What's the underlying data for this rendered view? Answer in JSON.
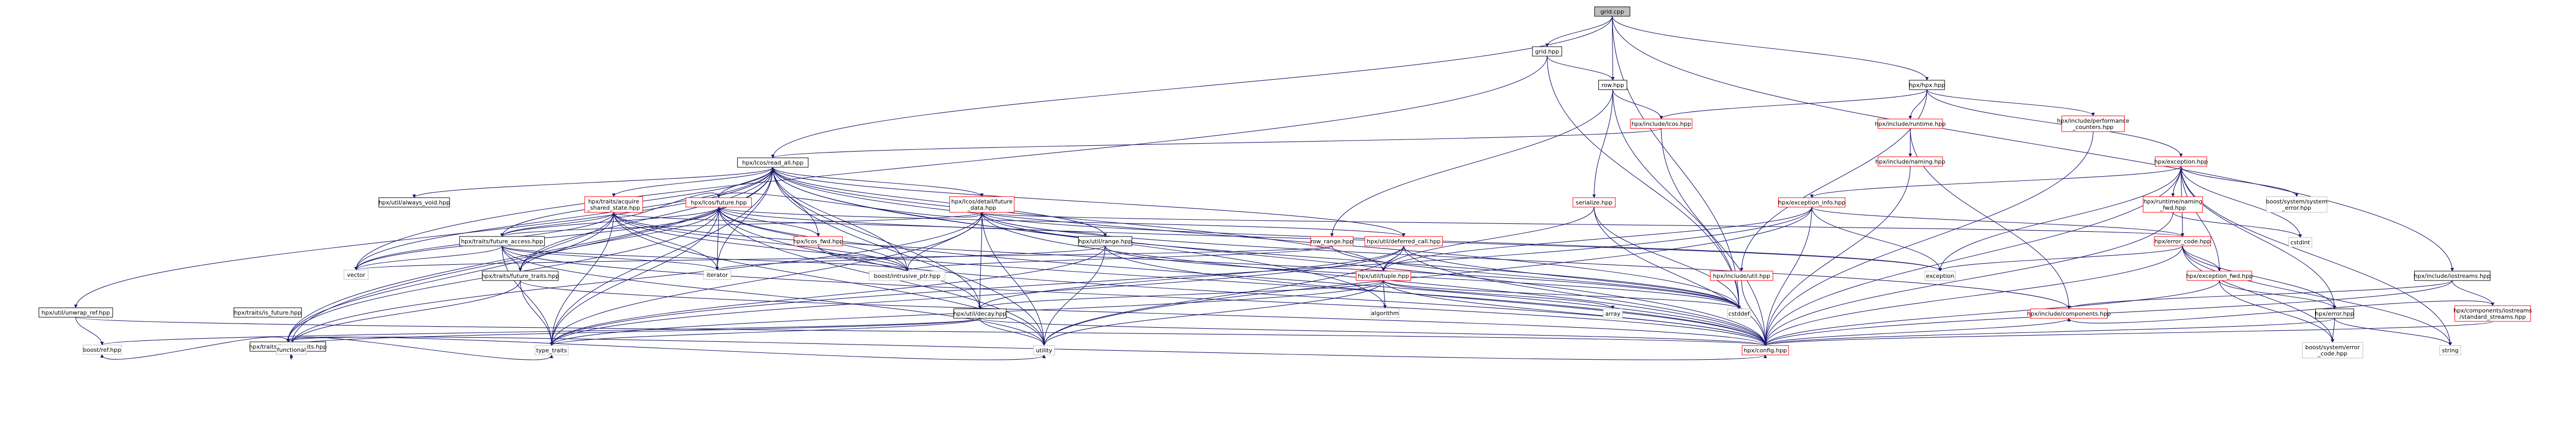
{
  "colors": {
    "edge_blue": "#191970",
    "edge_red": "#ff0000",
    "edge_gray": "#a9a9a9",
    "root_fill": "#bfbfbf",
    "node_border_black": "#000000",
    "node_border_red": "#ff0000",
    "node_border_gray": "#bfbfbf",
    "text_black": "#000000"
  },
  "nodes": [
    {
      "id": "grid_cpp",
      "label": [
        "grid.cpp"
      ],
      "border": "root"
    },
    {
      "id": "grid_hpp",
      "label": [
        "grid.hpp"
      ],
      "border": "black"
    },
    {
      "id": "row_hpp",
      "label": [
        "row.hpp"
      ],
      "border": "black"
    },
    {
      "id": "hpx_hpp",
      "label": [
        "hpx/hpx.hpp"
      ],
      "border": "black"
    },
    {
      "id": "lcos_hpp",
      "label": [
        "hpx/include/lcos.hpp"
      ],
      "border": "red"
    },
    {
      "id": "runtime_hpp",
      "label": [
        "hpx/include/runtime.hpp"
      ],
      "border": "red"
    },
    {
      "id": "perfctr_hpp",
      "label": [
        "hpx/include/performance",
        "_counters.hpp"
      ],
      "border": "red"
    },
    {
      "id": "naming_hpp",
      "label": [
        "hpx/include/naming.hpp"
      ],
      "border": "red"
    },
    {
      "id": "exception_hpp",
      "label": [
        "hpx/exception.hpp"
      ],
      "border": "red"
    },
    {
      "id": "read_all_hpp",
      "label": [
        "hpx/lcos/read_all.hpp"
      ],
      "border": "black"
    },
    {
      "id": "future_hpp",
      "label": [
        "hpx/lcos/future.hpp"
      ],
      "border": "red"
    },
    {
      "id": "always_void",
      "label": [
        "hpx/util/always_void.hpp"
      ],
      "border": "black"
    },
    {
      "id": "acquire_shared",
      "label": [
        "hpx/traits/acquire",
        "_shared_state.hpp"
      ],
      "border": "red"
    },
    {
      "id": "future_data",
      "label": [
        "hpx/lcos/detail/future",
        "_data.hpp"
      ],
      "border": "red"
    },
    {
      "id": "serialize_hpp",
      "label": [
        "serialize.hpp"
      ],
      "border": "red"
    },
    {
      "id": "exception_info",
      "label": [
        "hpx/exception_info.hpp"
      ],
      "border": "red"
    },
    {
      "id": "naming_fwd",
      "label": [
        "hpx/runtime/naming",
        "_fwd.hpp"
      ],
      "border": "red"
    },
    {
      "id": "system_error",
      "label": [
        "boost/system/system",
        "_error.hpp"
      ],
      "border": "gray"
    },
    {
      "id": "future_access",
      "label": [
        "hpx/traits/future_access.hpp"
      ],
      "border": "black"
    },
    {
      "id": "lcos_fwd",
      "label": [
        "hpx/lcos_fwd.hpp"
      ],
      "border": "red"
    },
    {
      "id": "range_hpp",
      "label": [
        "hpx/util/range.hpp"
      ],
      "border": "black"
    },
    {
      "id": "row_range",
      "label": [
        "row_range.hpp"
      ],
      "border": "red"
    },
    {
      "id": "deferred_call",
      "label": [
        "hpx/util/deferred_call.hpp"
      ],
      "border": "red"
    },
    {
      "id": "error_code",
      "label": [
        "hpx/error_code.hpp"
      ],
      "border": "red"
    },
    {
      "id": "cstdint",
      "label": [
        "cstdint"
      ],
      "border": "gray"
    },
    {
      "id": "future_traits",
      "label": [
        "hpx/traits/future_traits.hpp"
      ],
      "border": "black"
    },
    {
      "id": "intrusive_ptr",
      "label": [
        "boost/intrusive_ptr.hpp"
      ],
      "border": "gray"
    },
    {
      "id": "vector",
      "label": [
        "vector"
      ],
      "border": "gray"
    },
    {
      "id": "iterator",
      "label": [
        "iterator"
      ],
      "border": "gray"
    },
    {
      "id": "tuple_hpp",
      "label": [
        "hpx/util/tuple.hpp"
      ],
      "border": "red"
    },
    {
      "id": "util_hpp",
      "label": [
        "hpx/include/util.hpp"
      ],
      "border": "red"
    },
    {
      "id": "exception_std",
      "label": [
        "exception"
      ],
      "border": "gray"
    },
    {
      "id": "exception_fwd",
      "label": [
        "hpx/exception_fwd.hpp"
      ],
      "border": "red"
    },
    {
      "id": "iostreams_hpp",
      "label": [
        "hpx/include/iostreams.hpp"
      ],
      "border": "black"
    },
    {
      "id": "unwrap_ref",
      "label": [
        "hpx/util/unwrap_ref.hpp"
      ],
      "border": "black"
    },
    {
      "id": "future_then",
      "label": [
        "hpx/traits/is_future.hpp"
      ],
      "border": "black"
    },
    {
      "id": "decay_hpp",
      "label": [
        "hpx/util/decay.hpp"
      ],
      "border": "black"
    },
    {
      "id": "algorithm",
      "label": [
        "algorithm"
      ],
      "border": "gray"
    },
    {
      "id": "array",
      "label": [
        "array"
      ],
      "border": "gray"
    },
    {
      "id": "cstddef",
      "label": [
        "cstddef"
      ],
      "border": "gray"
    },
    {
      "id": "components_hpp",
      "label": [
        "hpx/include/components.hpp"
      ],
      "border": "red"
    },
    {
      "id": "error_hpp",
      "label": [
        "hpx/error.hpp"
      ],
      "border": "black"
    },
    {
      "id": "std_streams",
      "label": [
        "hpx/components/iostreams",
        "/standard_streams.hpp"
      ],
      "border": "red"
    },
    {
      "id": "future_traits2",
      "label": [
        "hpx/traits/future_traits.hpp"
      ],
      "border": "black"
    },
    {
      "id": "boost_ref",
      "label": [
        "boost/ref.hpp"
      ],
      "border": "gray"
    },
    {
      "id": "functional",
      "label": [
        "functional"
      ],
      "border": "gray"
    },
    {
      "id": "type_traits",
      "label": [
        "type_traits"
      ],
      "border": "gray"
    },
    {
      "id": "utility",
      "label": [
        "utility"
      ],
      "border": "gray"
    },
    {
      "id": "config_hpp",
      "label": [
        "hpx/config.hpp"
      ],
      "border": "red"
    },
    {
      "id": "boost_error_code",
      "label": [
        "boost/system/error",
        "_code.hpp"
      ],
      "border": "gray"
    },
    {
      "id": "string",
      "label": [
        "string"
      ],
      "border": "gray"
    }
  ],
  "edges": [
    [
      "grid_cpp",
      "grid_hpp"
    ],
    [
      "grid_cpp",
      "row_hpp"
    ],
    [
      "grid_cpp",
      "hpx_hpp"
    ],
    [
      "grid_cpp",
      "read_all_hpp"
    ],
    [
      "grid_cpp",
      "iostreams_hpp"
    ],
    [
      "grid_cpp",
      "cstddef"
    ],
    [
      "grid_hpp",
      "row_hpp"
    ],
    [
      "grid_hpp",
      "vector"
    ],
    [
      "grid_hpp",
      "cstddef"
    ],
    [
      "row_hpp",
      "lcos_hpp"
    ],
    [
      "row_hpp",
      "serialize_hpp"
    ],
    [
      "row_hpp",
      "row_range"
    ],
    [
      "row_hpp",
      "cstddef"
    ],
    [
      "hpx_hpp",
      "lcos_hpp"
    ],
    [
      "hpx_hpp",
      "runtime_hpp"
    ],
    [
      "hpx_hpp",
      "perfctr_hpp"
    ],
    [
      "hpx_hpp",
      "exception_hpp"
    ],
    [
      "hpx_hpp",
      "util_hpp"
    ],
    [
      "lcos_hpp",
      "read_all_hpp"
    ],
    [
      "lcos_hpp",
      "config_hpp"
    ],
    [
      "runtime_hpp",
      "naming_hpp"
    ],
    [
      "runtime_hpp",
      "components_hpp"
    ],
    [
      "perfctr_hpp",
      "config_hpp"
    ],
    [
      "naming_hpp",
      "config_hpp"
    ],
    [
      "exception_hpp",
      "exception_info"
    ],
    [
      "exception_hpp",
      "naming_fwd"
    ],
    [
      "exception_hpp",
      "system_error"
    ],
    [
      "exception_hpp",
      "error_code"
    ],
    [
      "exception_hpp",
      "cstdint"
    ],
    [
      "exception_hpp",
      "exception_std"
    ],
    [
      "exception_hpp",
      "exception_fwd"
    ],
    [
      "exception_hpp",
      "error_hpp"
    ],
    [
      "exception_hpp",
      "config_hpp"
    ],
    [
      "exception_hpp",
      "string"
    ],
    [
      "read_all_hpp",
      "future_hpp"
    ],
    [
      "read_all_hpp",
      "always_void"
    ],
    [
      "read_all_hpp",
      "acquire_shared"
    ],
    [
      "read_all_hpp",
      "future_data"
    ],
    [
      "read_all_hpp",
      "future_access"
    ],
    [
      "read_all_hpp",
      "lcos_fwd"
    ],
    [
      "read_all_hpp",
      "range_hpp"
    ],
    [
      "read_all_hpp",
      "deferred_call"
    ],
    [
      "read_all_hpp",
      "future_traits"
    ],
    [
      "read_all_hpp",
      "intrusive_ptr"
    ],
    [
      "read_all_hpp",
      "vector"
    ],
    [
      "read_all_hpp",
      "iterator"
    ],
    [
      "read_all_hpp",
      "tuple_hpp"
    ],
    [
      "read_all_hpp",
      "unwrap_ref"
    ],
    [
      "read_all_hpp",
      "decay_hpp"
    ],
    [
      "read_all_hpp",
      "cstddef"
    ],
    [
      "read_all_hpp",
      "functional"
    ],
    [
      "read_all_hpp",
      "type_traits"
    ],
    [
      "read_all_hpp",
      "utility"
    ],
    [
      "read_all_hpp",
      "config_hpp"
    ],
    [
      "read_all_hpp",
      "algorithm"
    ],
    [
      "read_all_hpp",
      "future_traits2"
    ],
    [
      "future_hpp",
      "acquire_shared"
    ],
    [
      "future_hpp",
      "future_data"
    ],
    [
      "future_hpp",
      "future_access"
    ],
    [
      "future_hpp",
      "lcos_fwd"
    ],
    [
      "future_hpp",
      "deferred_call"
    ],
    [
      "future_hpp",
      "future_traits"
    ],
    [
      "future_hpp",
      "intrusive_ptr"
    ],
    [
      "future_hpp",
      "iterator"
    ],
    [
      "future_hpp",
      "exception_std"
    ],
    [
      "future_hpp",
      "decay_hpp"
    ],
    [
      "future_hpp",
      "type_traits"
    ],
    [
      "future_hpp",
      "utility"
    ],
    [
      "future_hpp",
      "config_hpp"
    ],
    [
      "future_hpp",
      "vector"
    ],
    [
      "future_hpp",
      "future_traits2"
    ],
    [
      "acquire_shared",
      "future_access"
    ],
    [
      "acquire_shared",
      "future_traits"
    ],
    [
      "acquire_shared",
      "intrusive_ptr"
    ],
    [
      "acquire_shared",
      "iterator"
    ],
    [
      "acquire_shared",
      "vector"
    ],
    [
      "acquire_shared",
      "range_hpp"
    ],
    [
      "acquire_shared",
      "type_traits"
    ],
    [
      "acquire_shared",
      "utility"
    ],
    [
      "acquire_shared",
      "config_hpp"
    ],
    [
      "acquire_shared",
      "future_traits2"
    ],
    [
      "acquire_shared",
      "cstddef"
    ],
    [
      "future_data",
      "error_code"
    ],
    [
      "future_data",
      "intrusive_ptr"
    ],
    [
      "future_data",
      "decay_hpp"
    ],
    [
      "future_data",
      "cstddef"
    ],
    [
      "future_data",
      "exception_std"
    ],
    [
      "future_data",
      "functional"
    ],
    [
      "future_data",
      "type_traits"
    ],
    [
      "future_data",
      "utility"
    ],
    [
      "future_data",
      "config_hpp"
    ],
    [
      "future_data",
      "components_hpp"
    ],
    [
      "future_data",
      "future_access"
    ],
    [
      "serialize_hpp",
      "tuple_hpp"
    ],
    [
      "serialize_hpp",
      "cstddef"
    ],
    [
      "serialize_hpp",
      "config_hpp"
    ],
    [
      "exception_info",
      "error_code"
    ],
    [
      "exception_info",
      "exception_std"
    ],
    [
      "exception_info",
      "tuple_hpp"
    ],
    [
      "exception_info",
      "config_hpp"
    ],
    [
      "exception_info",
      "utility"
    ],
    [
      "exception_info",
      "type_traits"
    ],
    [
      "naming_fwd",
      "cstdint"
    ],
    [
      "naming_fwd",
      "config_hpp"
    ],
    [
      "future_access",
      "future_traits"
    ],
    [
      "future_access",
      "intrusive_ptr"
    ],
    [
      "future_access",
      "vector"
    ],
    [
      "future_access",
      "type_traits"
    ],
    [
      "future_access",
      "utility"
    ],
    [
      "future_access",
      "config_hpp"
    ],
    [
      "future_access",
      "iterator"
    ],
    [
      "lcos_fwd",
      "config_hpp"
    ],
    [
      "lcos_fwd",
      "intrusive_ptr"
    ],
    [
      "range_hpp",
      "cstddef"
    ],
    [
      "range_hpp",
      "iterator"
    ],
    [
      "range_hpp",
      "type_traits"
    ],
    [
      "range_hpp",
      "utility"
    ],
    [
      "range_hpp",
      "config_hpp"
    ],
    [
      "row_range",
      "intrusive_ptr"
    ],
    [
      "row_range",
      "vector"
    ],
    [
      "row_range",
      "cstddef"
    ],
    [
      "deferred_call",
      "tuple_hpp"
    ],
    [
      "deferred_call",
      "decay_hpp"
    ],
    [
      "deferred_call",
      "cstddef"
    ],
    [
      "deferred_call",
      "utility"
    ],
    [
      "deferred_call",
      "type_traits"
    ],
    [
      "deferred_call",
      "config_hpp"
    ],
    [
      "error_code",
      "exception_fwd"
    ],
    [
      "error_code",
      "error_hpp"
    ],
    [
      "error_code",
      "boost_error_code"
    ],
    [
      "error_code",
      "exception_std"
    ],
    [
      "error_code",
      "string"
    ],
    [
      "error_code",
      "config_hpp"
    ],
    [
      "future_traits",
      "functional"
    ],
    [
      "future_traits",
      "type_traits"
    ],
    [
      "future_traits",
      "config_hpp"
    ],
    [
      "tuple_hpp",
      "decay_hpp"
    ],
    [
      "tuple_hpp",
      "algorithm"
    ],
    [
      "tuple_hpp",
      "array"
    ],
    [
      "tuple_hpp",
      "cstddef"
    ],
    [
      "tuple_hpp",
      "type_traits"
    ],
    [
      "tuple_hpp",
      "utility"
    ],
    [
      "tuple_hpp",
      "config_hpp"
    ],
    [
      "util_hpp",
      "config_hpp"
    ],
    [
      "exception_fwd",
      "error_hpp"
    ],
    [
      "exception_fwd",
      "boost_error_code"
    ],
    [
      "exception_fwd",
      "config_hpp"
    ],
    [
      "iostreams_hpp",
      "components_hpp"
    ],
    [
      "iostreams_hpp",
      "std_streams"
    ],
    [
      "iostreams_hpp",
      "config_hpp"
    ],
    [
      "unwrap_ref",
      "boost_ref"
    ],
    [
      "unwrap_ref",
      "config_hpp"
    ],
    [
      "decay_hpp",
      "boost_ref"
    ],
    [
      "decay_hpp",
      "functional"
    ],
    [
      "decay_hpp",
      "type_traits"
    ],
    [
      "decay_hpp",
      "utility"
    ],
    [
      "decay_hpp",
      "config_hpp"
    ],
    [
      "error_hpp",
      "boost_error_code"
    ],
    [
      "error_hpp",
      "string"
    ],
    [
      "error_hpp",
      "config_hpp"
    ],
    [
      "std_streams",
      "config_hpp"
    ],
    [
      "std_streams",
      "components_hpp"
    ],
    [
      "components_hpp",
      "config_hpp"
    ],
    [
      "future_traits2",
      "boost_ref"
    ],
    [
      "future_traits2",
      "functional"
    ],
    [
      "future_traits2",
      "type_traits"
    ],
    [
      "future_traits2",
      "utility"
    ],
    [
      "future_traits2",
      "config_hpp"
    ]
  ]
}
